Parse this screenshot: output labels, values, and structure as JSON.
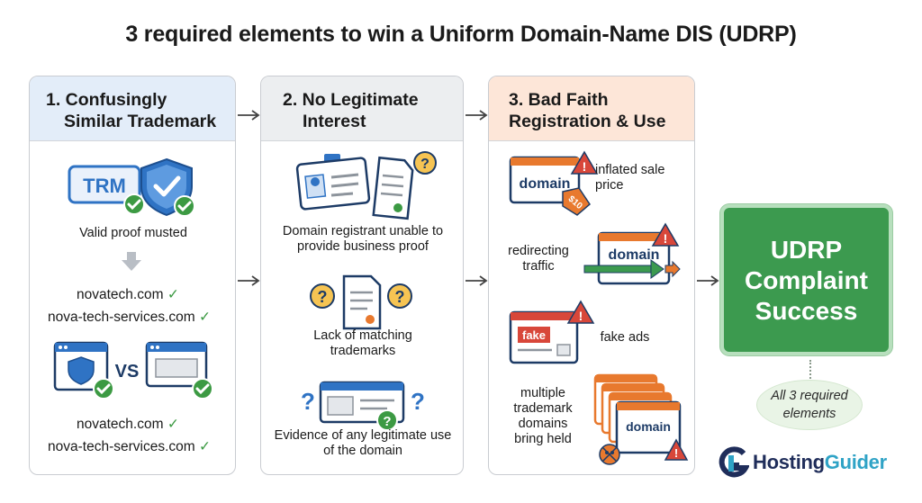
{
  "title": "3 required elements to win a Uniform Domain-Name DIS (UDRP)",
  "col1": {
    "heading_line1": "1. Confusingly",
    "heading_line2": "Similar Trademark",
    "icon_text": "TRM",
    "caption": "Valid proof musted",
    "domain_a1": "novatech.com",
    "domain_a2": "nova-tech-services.com",
    "vs_text": "VS",
    "domain_b1": "novatech.com",
    "domain_b2": "nova-tech-services.com",
    "check": "✓"
  },
  "col2": {
    "heading_line1": "2. No Legitimate",
    "heading_line2": "Interest",
    "caption1": "Domain registrant unable to provide business proof",
    "caption2": "Lack of matching trademarks",
    "caption3": "Evidence of any legitimate use of the domain",
    "question": "?"
  },
  "col3": {
    "heading_line1": "3. Bad Faith",
    "heading_line2": "Registration & Use",
    "domain_word": "domain",
    "price_tag": "$10",
    "label1": "inflated sale price",
    "label2": "redirecting traffic",
    "fake_word": "fake",
    "label3": "fake ads",
    "label4": "multiple trademark domains bring held",
    "warn": "!"
  },
  "success": {
    "text": "UDRP Complaint Success",
    "note": "All 3 required elements"
  },
  "logo": {
    "part1": "Hosting",
    "part2": "Guider"
  },
  "colors": {
    "green": "#3c9a4f",
    "blue": "#2f73c4",
    "orange": "#e8792e",
    "red": "#d8473a"
  }
}
